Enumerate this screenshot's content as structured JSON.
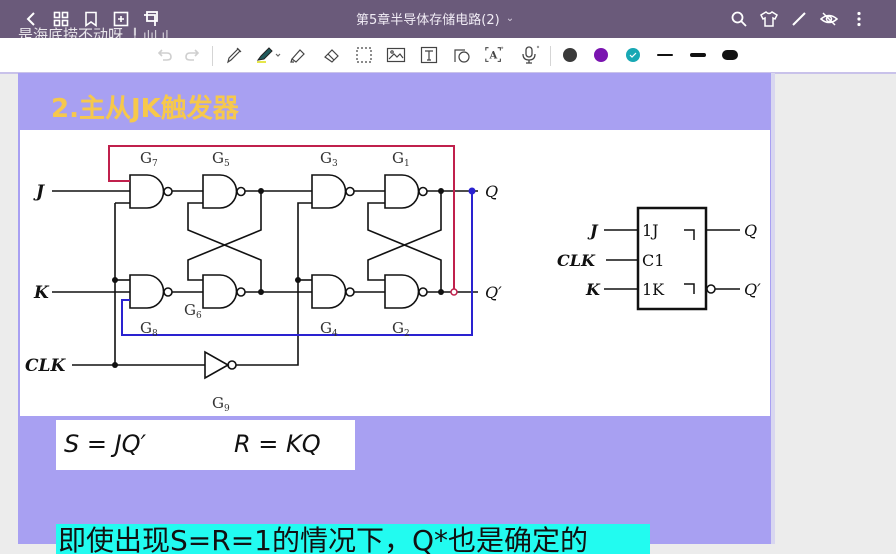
{
  "app": {
    "document_title": "第5章半导体存储电路(2)",
    "title_dropdown_icon": "chevron-down-icon",
    "danmaku_overlay": "是海底捞不动呀",
    "danmaku_bars": "╿.ılıl.ıl"
  },
  "topbar": {
    "left_icons": [
      "back-icon",
      "grid-icon",
      "bookmark-icon",
      "add-page-icon",
      "crop-icon"
    ],
    "right_icons": [
      "search-icon",
      "shirt-icon",
      "pen-icon",
      "eye-off-icon",
      "more-vertical-icon"
    ]
  },
  "toolbar": {
    "tools": [
      "undo-icon",
      "redo-icon",
      "pen-tool-icon",
      "highlighter-icon",
      "marker-icon",
      "eraser-icon",
      "lasso-select-icon",
      "image-icon",
      "text-box-icon",
      "shape-icon",
      "text-recognition-icon",
      "microphone-icon"
    ],
    "colors": [
      "#3a3a3a",
      "#7a14b0",
      "#18a8b4"
    ],
    "stroke_widths": [
      "thin",
      "medium",
      "thick"
    ]
  },
  "slide": {
    "title": "2.主从JK触发器",
    "background": "#a8a0f2",
    "title_color": "#f6c84c",
    "circuit": {
      "inputs": [
        "J",
        "K",
        "CLK"
      ],
      "outputs": [
        "Q",
        "Q′"
      ],
      "gates": [
        "G7",
        "G5",
        "G3",
        "G1",
        "G8",
        "G6",
        "G4",
        "G2",
        "G9"
      ],
      "gate_labels": {
        "g7": "G",
        "g7_sub": "7",
        "g5": "G",
        "g5_sub": "5",
        "g3": "G",
        "g3_sub": "3",
        "g1": "G",
        "g1_sub": "1",
        "g8": "G",
        "g8_sub": "8",
        "g6": "G",
        "g6_sub": "6",
        "g4": "G",
        "g4_sub": "4",
        "g2": "G",
        "g2_sub": "2",
        "g9": "G",
        "g9_sub": "9"
      },
      "labels": {
        "j": "J",
        "k": "K",
        "clk": "CLK",
        "q": "Q",
        "qn": "Q′"
      },
      "feedback_colors": {
        "q_feedback": "#c0204c",
        "qn_feedback": "#2a22d0"
      }
    },
    "symbol": {
      "inputs": {
        "j": "J",
        "clk": "CLK",
        "k": "K"
      },
      "pins": {
        "j": "1J",
        "clk": "C1",
        "k": "1K"
      },
      "outputs": {
        "q": "Q",
        "qn": "Q′"
      }
    },
    "formula": {
      "s": "S = JQ′",
      "r": "R = KQ"
    },
    "note": "即使出现S=R=1的情况下，Q*也是确定的"
  }
}
